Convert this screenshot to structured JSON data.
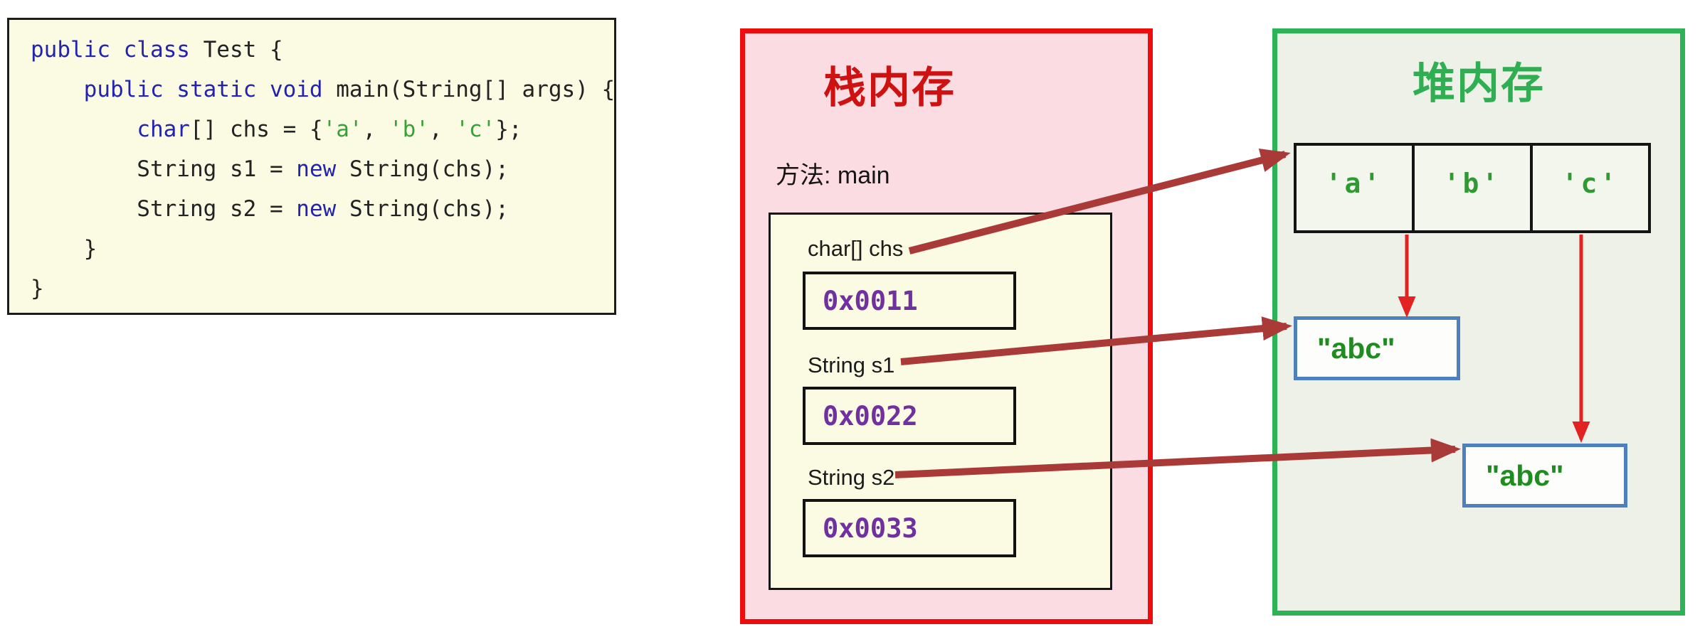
{
  "code_block": {
    "lines": [
      {
        "segments": [
          {
            "text": "public class ",
            "type": "keyword"
          },
          {
            "text": "Test {",
            "type": "plain"
          }
        ]
      },
      {
        "segments": [
          {
            "text": "    ",
            "type": "plain"
          },
          {
            "text": "public static void ",
            "type": "keyword"
          },
          {
            "text": "main(String[] args) {",
            "type": "plain"
          }
        ]
      },
      {
        "segments": [
          {
            "text": "        ",
            "type": "plain"
          },
          {
            "text": "char",
            "type": "keyword"
          },
          {
            "text": "[] chs = {",
            "type": "plain"
          },
          {
            "text": "'a'",
            "type": "string"
          },
          {
            "text": ", ",
            "type": "plain"
          },
          {
            "text": "'b'",
            "type": "string"
          },
          {
            "text": ", ",
            "type": "plain"
          },
          {
            "text": "'c'",
            "type": "string"
          },
          {
            "text": "};",
            "type": "plain"
          }
        ]
      },
      {
        "segments": [
          {
            "text": "        String s1 = ",
            "type": "plain"
          },
          {
            "text": "new",
            "type": "keyword"
          },
          {
            "text": " String(chs);",
            "type": "plain"
          }
        ]
      },
      {
        "segments": [
          {
            "text": "        String s2 = ",
            "type": "plain"
          },
          {
            "text": "new",
            "type": "keyword"
          },
          {
            "text": " String(chs);",
            "type": "plain"
          }
        ]
      },
      {
        "segments": [
          {
            "text": "    }",
            "type": "plain"
          }
        ]
      },
      {
        "segments": [
          {
            "text": "}",
            "type": "plain"
          }
        ]
      }
    ]
  },
  "stack": {
    "title": "栈内存",
    "method_label": "方法: main",
    "variables": [
      {
        "label": "char[] chs",
        "address": "0x0011"
      },
      {
        "label": "String s1",
        "address": "0x0022"
      },
      {
        "label": "String s2",
        "address": "0x0033"
      }
    ]
  },
  "heap": {
    "title": "堆内存",
    "char_array": {
      "cells": [
        "'a'",
        "'b'",
        "'c'"
      ]
    },
    "string_objects": [
      {
        "value": "\"abc\""
      },
      {
        "value": "\"abc\""
      }
    ]
  },
  "connections": [
    {
      "from": "char[] chs",
      "to": "char-array",
      "style": "dark-red"
    },
    {
      "from": "String s1",
      "to": "string-object-1",
      "style": "dark-red"
    },
    {
      "from": "String s2",
      "to": "string-object-2",
      "style": "dark-red"
    },
    {
      "from": "char-array",
      "to": "string-object-1",
      "style": "bright-red"
    },
    {
      "from": "char-array",
      "to": "string-object-2",
      "style": "bright-red"
    }
  ],
  "colors": {
    "code_background": "#fbfae3",
    "keyword_blue": "#2323b0",
    "char_literal_green": "#38a136",
    "stack_border": "#ee0d0d",
    "stack_background": "#fbdce2",
    "stack_title": "#ce1111",
    "heap_border": "#2bb356",
    "heap_background": "#edf1e7",
    "heap_title": "#2fae52",
    "address_purple": "#7030a0",
    "string_value_green": "#1f8c1f",
    "string_object_border": "#4d80bd",
    "arrow_dark_red": "#a93a38",
    "arrow_bright_red": "#e32222"
  }
}
